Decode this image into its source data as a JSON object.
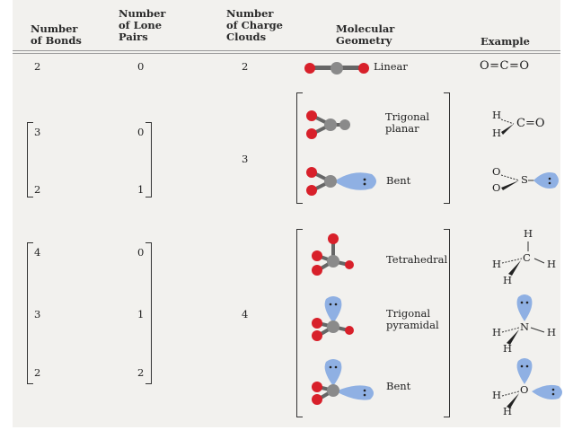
{
  "headers": {
    "bonds": [
      "Number",
      "of Bonds"
    ],
    "lone_pairs": [
      "Number",
      "of Lone",
      "Pairs"
    ],
    "charge_clouds": [
      "Number",
      "of Charge",
      "Clouds"
    ],
    "geometry": [
      "Molecular",
      "Geometry"
    ],
    "example": "Example"
  },
  "linear_row": {
    "bonds": "2",
    "lone_pairs": "0",
    "clouds": "2",
    "geometry": "Linear",
    "example": "O=C=O"
  },
  "three_group": {
    "clouds": "3",
    "rows": [
      {
        "bonds": "3",
        "lone_pairs": "0",
        "geometry": [
          "Trigonal",
          "planar"
        ]
      },
      {
        "bonds": "2",
        "lone_pairs": "1",
        "geometry": [
          "Bent"
        ]
      }
    ],
    "formaldehyde": {
      "H_top": "H",
      "H_bottom": "H",
      "CO": "C=O"
    },
    "so2": {
      "O_top": "O",
      "O_bottom": "O",
      "S": "S"
    }
  },
  "four_group": {
    "clouds": "4",
    "rows": [
      {
        "bonds": "4",
        "lone_pairs": "0",
        "geometry": [
          "Tetrahedral"
        ]
      },
      {
        "bonds": "3",
        "lone_pairs": "1",
        "geometry": [
          "Trigonal",
          "pyramidal"
        ]
      },
      {
        "bonds": "2",
        "lone_pairs": "2",
        "geometry": [
          "Bent"
        ]
      }
    ],
    "methane": {
      "H_top": "H",
      "H_left": "H",
      "C": "C",
      "H_right": "H",
      "H_bottom": "H"
    },
    "ammonia": {
      "H_left": "H",
      "N": "N",
      "H_right": "H",
      "H_bottom": "H"
    },
    "water": {
      "H_left": "H",
      "O": "O",
      "H_bottom": "H"
    }
  },
  "colors": {
    "oxygen": "#d8202a",
    "carbon": "#8a8a8a",
    "lone_pair": "#8fb0e3",
    "bond": "#666666"
  }
}
